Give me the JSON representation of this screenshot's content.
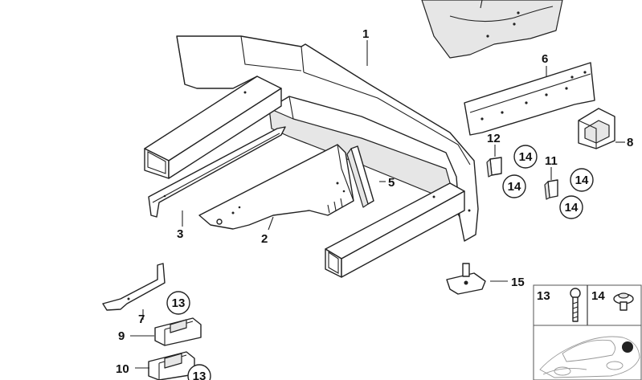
{
  "labels": {
    "p1": "1",
    "p2": "2",
    "p3": "3",
    "p5": "5",
    "p6": "6",
    "p7": "7",
    "p8": "8",
    "p9": "9",
    "p10": "10",
    "p11": "11",
    "p12": "12",
    "p15": "15",
    "legend13": "13",
    "legend14": "14",
    "c13": "13",
    "c14": "14"
  },
  "icons": [
    "bolt-13-icon",
    "screw-14-icon",
    "location-marker-icon"
  ],
  "colors": {
    "line": "#222222",
    "background": "#ffffff",
    "shade": "#e6e6e6"
  }
}
